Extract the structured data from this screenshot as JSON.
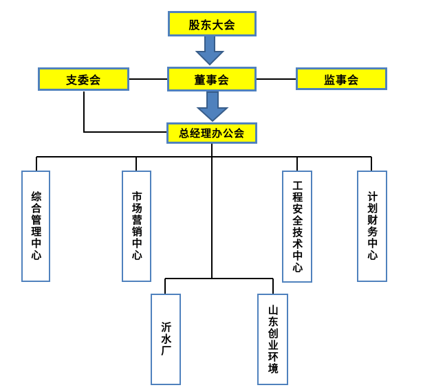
{
  "diagram": {
    "type": "org-chart",
    "nodes": {
      "shareholders_meeting": {
        "label": "股东大会"
      },
      "branch_committee": {
        "label": "支委会"
      },
      "board_of_directors": {
        "label": "董事会"
      },
      "supervisory_board": {
        "label": "监事会"
      },
      "gm_office_meeting": {
        "label": "总经理办公会"
      },
      "general_management_center": {
        "label": "综合管理中心"
      },
      "marketing_center": {
        "label": "市场营销中心"
      },
      "engineering_safety_tech_center": {
        "label": "工程安全技术中心"
      },
      "planning_finance_center": {
        "label": "计划财务中心"
      },
      "yishui_plant": {
        "label": "沂水厂"
      },
      "shandong_chuangye_environment": {
        "label": "山东创业环境"
      }
    },
    "edges": [
      {
        "from": "shareholders_meeting",
        "to": "board_of_directors",
        "type": "arrow"
      },
      {
        "from": "branch_committee",
        "to": "board_of_directors",
        "type": "line"
      },
      {
        "from": "board_of_directors",
        "to": "supervisory_board",
        "type": "line"
      },
      {
        "from": "board_of_directors",
        "to": "gm_office_meeting",
        "type": "arrow"
      },
      {
        "from": "branch_committee",
        "to": "gm_office_meeting",
        "type": "line"
      },
      {
        "from": "gm_office_meeting",
        "to": "general_management_center",
        "type": "line"
      },
      {
        "from": "gm_office_meeting",
        "to": "marketing_center",
        "type": "line"
      },
      {
        "from": "gm_office_meeting",
        "to": "engineering_safety_tech_center",
        "type": "line"
      },
      {
        "from": "gm_office_meeting",
        "to": "planning_finance_center",
        "type": "line"
      },
      {
        "from": "gm_office_meeting",
        "to": "yishui_plant",
        "type": "line"
      },
      {
        "from": "gm_office_meeting",
        "to": "shandong_chuangye_environment",
        "type": "line"
      }
    ],
    "colors": {
      "primary_node_fill": "#ffff00",
      "secondary_node_fill": "#ffffff",
      "node_border": "#4f81bd",
      "arrow_fill": "#4f81bd",
      "arrow_border": "#385d8a",
      "connector_line": "#000000",
      "text": "#000000",
      "background": "#ffffff"
    }
  }
}
